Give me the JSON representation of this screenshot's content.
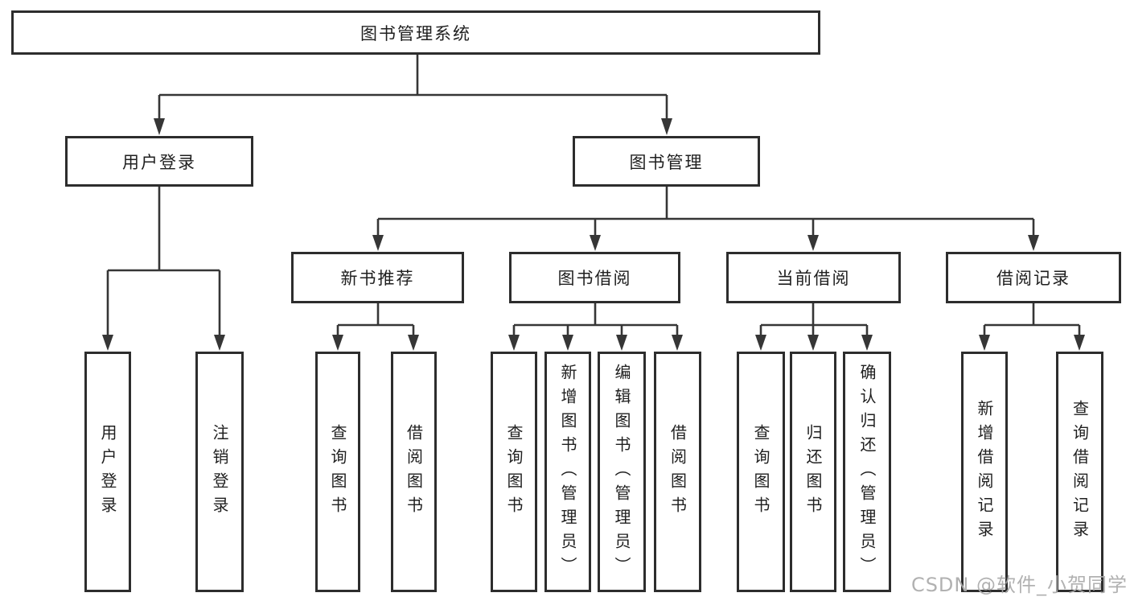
{
  "diagram": {
    "title": "图书管理系统",
    "type": "hierarchy-tree"
  },
  "nodes": {
    "root": "图书管理系统",
    "user_login": "用户登录",
    "book_mgmt": "图书管理",
    "new_book_rec": "新书推荐",
    "book_borrow": "图书借阅",
    "current_borrow": "当前借阅",
    "borrow_record": "借阅记录",
    "leaf_user_login": "用户登录",
    "leaf_logout": "注销登录",
    "leaf_query_book_rec": "查询图书",
    "leaf_borrow_book_rec": "借阅图书",
    "leaf_query_book_bb": "查询图书",
    "leaf_add_book": "新增图书（管理员）",
    "leaf_edit_book": "编辑图书（管理员）",
    "leaf_borrow_book_bb": "借阅图书",
    "leaf_query_book_cb": "查询图书",
    "leaf_return_book": "归还图书",
    "leaf_confirm_return": "确认归还（管理员）",
    "leaf_add_record": "新增借阅记录",
    "leaf_query_record": "查询借阅记录"
  },
  "watermark": "CSDN @软件_小贺同学",
  "colors": {
    "line": "#363636",
    "box_border": "#2d2d2d",
    "text": "#1f1f1f",
    "background": "#ffffff",
    "watermark": "#aaaaaa"
  }
}
